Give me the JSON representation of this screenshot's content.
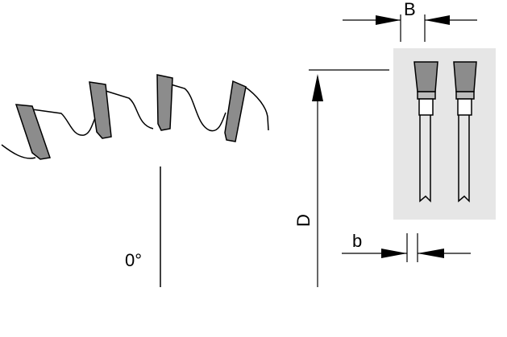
{
  "labels": {
    "angle": "0°",
    "diameter": "D",
    "kerf_width": "B",
    "plate_thickness": "b"
  },
  "colors": {
    "tooth_fill": "#8c8c8c",
    "panel_fill": "#e6e6e6",
    "line": "#000000"
  }
}
